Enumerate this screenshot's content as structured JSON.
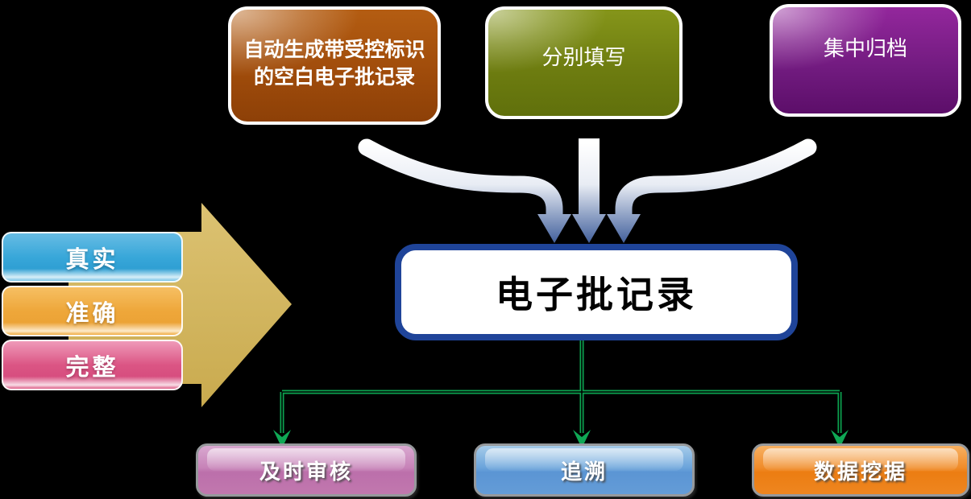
{
  "diagram": {
    "background": "#000000",
    "top_boxes": [
      {
        "label": "自动生成带受控标识\n的空白电子批记录",
        "color": "#a04c0b"
      },
      {
        "label": "分别填写",
        "color": "#6e7d10"
      },
      {
        "label": "集中归档",
        "color": "#701a7e"
      }
    ],
    "center_box": {
      "label": "电子批记录",
      "fill": "#ffffff",
      "border_color": "#1f4499",
      "text_color": "#000000"
    },
    "left_bars": [
      {
        "label": "真实",
        "color": "#38a7d9"
      },
      {
        "label": "准确",
        "color": "#eea73a"
      },
      {
        "label": "完整",
        "color": "#db5584"
      }
    ],
    "big_arrow": {
      "color": "#d2b55e",
      "direction": "right"
    },
    "converge_arrows": {
      "count": 3,
      "color_top": "#ffffff",
      "color_bottom": "#47649f"
    },
    "branch_connector": {
      "color": "#0ca24f",
      "count": 3
    },
    "bottom_boxes": [
      {
        "label": "及时审核",
        "color": "#c783b8"
      },
      {
        "label": "追溯",
        "color": "#6ba4db"
      },
      {
        "label": "数据挖据",
        "color": "#f08c2a"
      }
    ]
  }
}
